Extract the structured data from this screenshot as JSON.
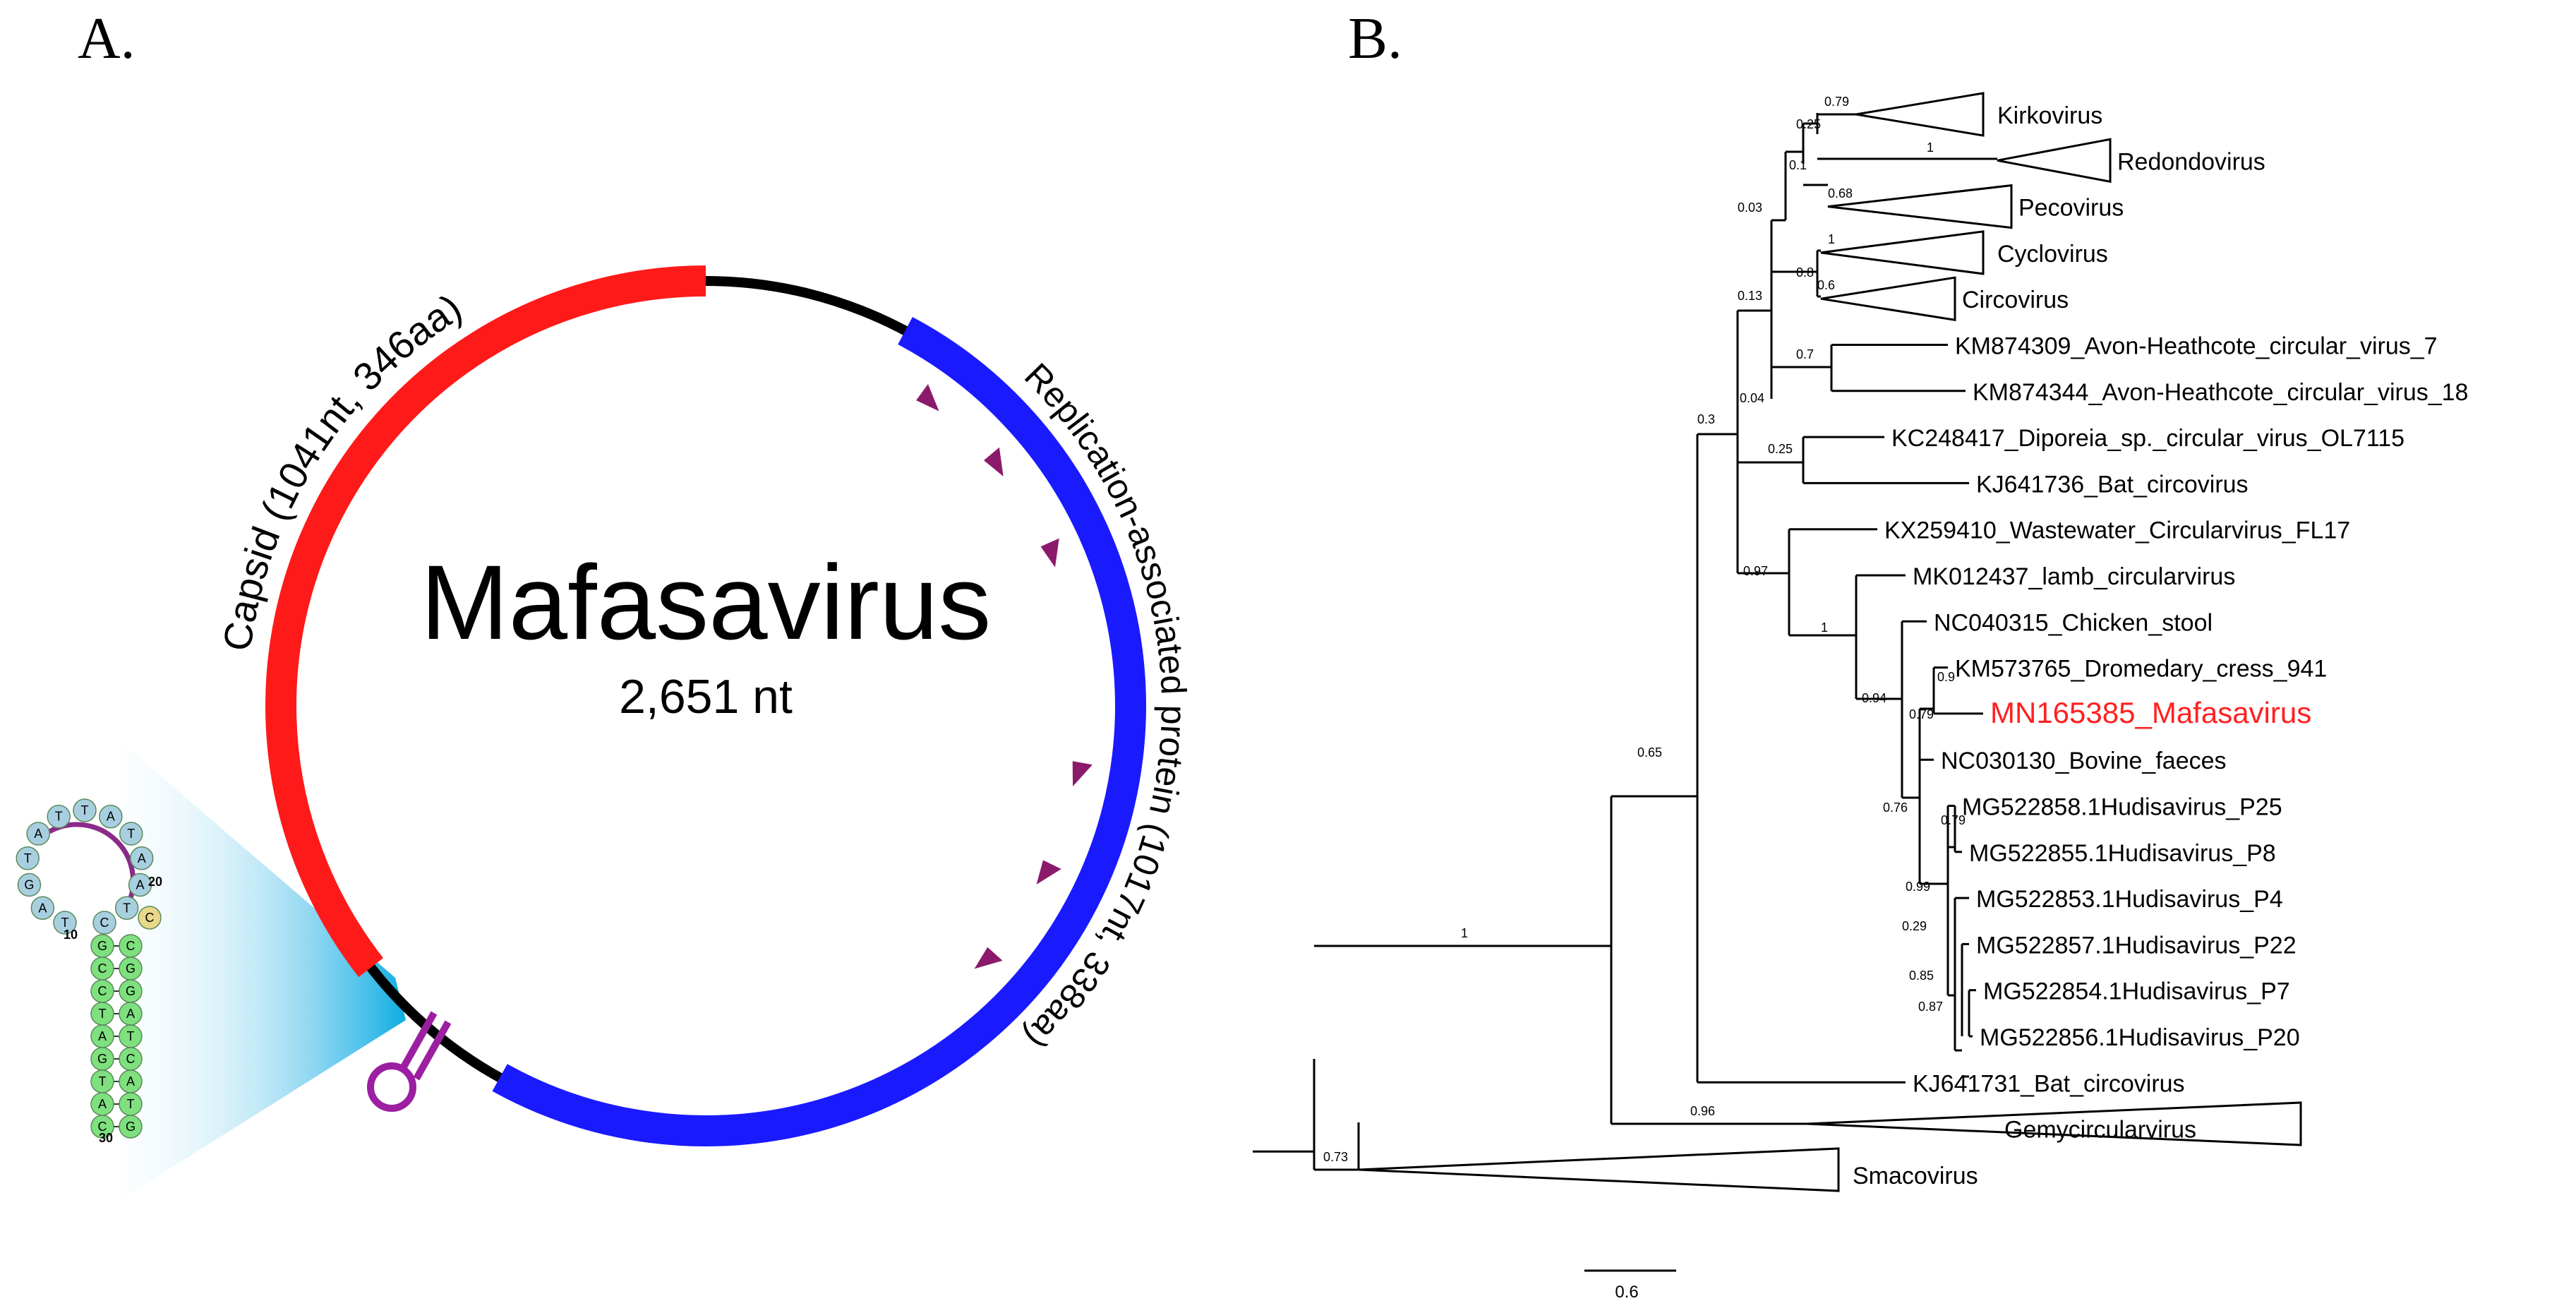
{
  "panel_a": {
    "label": "A.",
    "virus_name": "Mafasavirus",
    "genome_length": "2,651 nt",
    "capsid_label": "Capsid (1041nt, 346aa)",
    "rep_label": "Replication-associated protein (1017nt, 338aa)",
    "colors": {
      "capsid": "#ff1a1a",
      "rep": "#1a1aff",
      "backbone": "#000000",
      "motif": "#8b1a6b",
      "stemloop": "#9b1fa0"
    },
    "stem_loop": {
      "loop_bases": [
        "T",
        "A",
        "G",
        "T",
        "A",
        "T",
        "T",
        "A",
        "T",
        "A",
        "A",
        "T",
        "C"
      ],
      "loop_numbers": [
        "10",
        "20"
      ],
      "stem_left": [
        "G",
        "C",
        "C",
        "T",
        "A",
        "G",
        "T",
        "A",
        "C"
      ],
      "stem_right": [
        "C",
        "G",
        "G",
        "A",
        "T",
        "C",
        "A",
        "T",
        "G"
      ],
      "bottom_number": "30"
    }
  },
  "panel_b": {
    "label": "B.",
    "scale_bar": "0.6",
    "highlight_color": "#ff2020",
    "taxa": [
      "Kirkovirus",
      "Redondovirus",
      "Pecovirus",
      "Cyclovirus",
      "Circovirus",
      "KM874309_Avon-Heathcote_circular_virus_7",
      "KM874344_Avon-Heathcote_circular_virus_18",
      "KC248417_Diporeia_sp._circular_virus_OL7115",
      "KJ641736_Bat_circovirus",
      "KX259410_Wastewater_Circularvirus_FL17",
      "MK012437_lamb_circularvirus",
      "NC040315_Chicken_stool",
      "KM573765_Dromedary_cress_941",
      "MN165385_Mafasavirus",
      "NC030130_Bovine_faeces",
      "MG522858.1Hudisavirus_P25",
      "MG522855.1Hudisavirus_P8",
      "MG522853.1Hudisavirus_P4",
      "MG522857.1Hudisavirus_P22",
      "MG522854.1Hudisavirus_P7",
      "MG522856.1Hudisavirus_P20",
      "KJ641731_Bat_circovirus",
      "Gemycircularvirus",
      "Smacovirus"
    ],
    "supports": [
      "0.79",
      "0.25",
      "1",
      "0.1",
      "0.68",
      "0.03",
      "1",
      "0.8",
      "0.6",
      "0.13",
      "0.7",
      "0.04",
      "0.25",
      "0.3",
      "0.97",
      "1",
      "0.94",
      "0.9",
      "0.79",
      "0.76",
      "0.79",
      "0.99",
      "0.29",
      "0.85",
      "0.87",
      "0.65",
      "1",
      "0.96",
      "0.73"
    ]
  }
}
